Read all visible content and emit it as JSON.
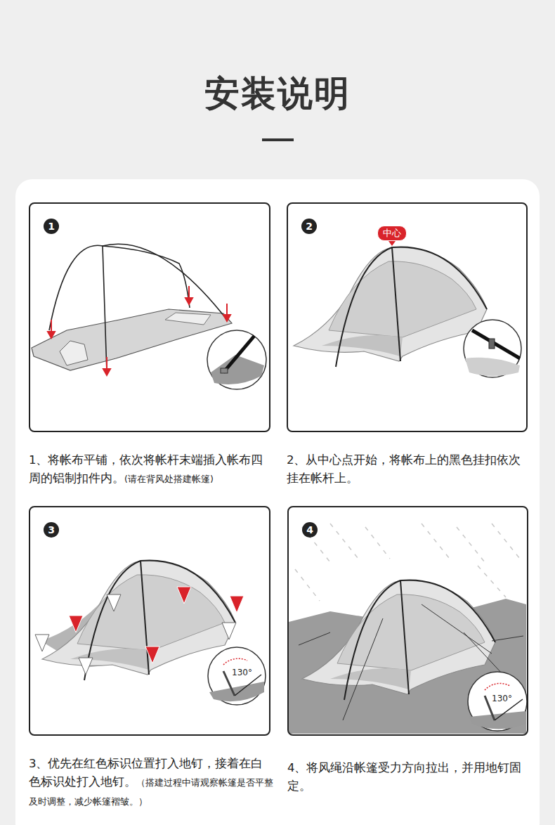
{
  "diagram": {
    "title": "安装说明",
    "nodes": [
      {
        "text": [
          "1",
          "1、将帐布平铺，依次将帐杆末端插入帐布四周的铝制扣件内。",
          "(请在背风处搭建帐篷)"
        ]
      },
      {
        "text": [
          "2",
          "2、从中心点开始，将帐布上的黑色挂扣依次挂在帐杆上。"
        ]
      },
      {
        "text": [
          "3",
          "3、优先在红色标识位置打入地钉，接着在白色标识处打入地钉。",
          "（搭建过程中请观察帐篷是否平整及时调整，减少帐篷褶皱。）"
        ]
      },
      {
        "text": [
          "4",
          "4、将风绳沿帐篷受力方向拉出，并用地钉固定。"
        ]
      }
    ],
    "labels": [
      "中心",
      "130°",
      "130°"
    ]
  }
}
